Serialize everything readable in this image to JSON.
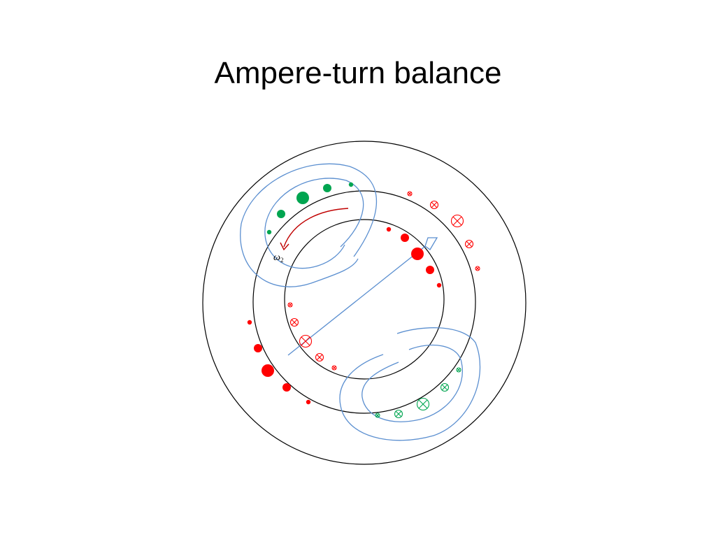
{
  "slide": {
    "title": "Ampere-turn balance"
  },
  "diagram": {
    "rotation_label": "ω",
    "rotation_label_subscript": "2",
    "colors": {
      "circle": "#000000",
      "flux_lines": "#5b8fd0",
      "stator_current": "#ff0000",
      "rotor_current": "#00a550",
      "rotation_arrow": "#c00000"
    },
    "legend_icons": {
      "dot": "current-out-of-page-icon",
      "cross": "current-into-page-icon"
    }
  }
}
